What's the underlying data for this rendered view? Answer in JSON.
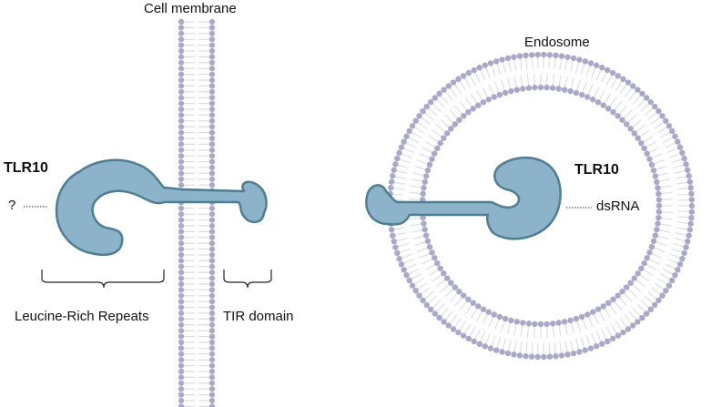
{
  "labels": {
    "cell_membrane": "Cell membrane",
    "tlr_left": "TLR10",
    "ligand_unknown": "?",
    "lrr": "Leucine-Rich Repeats",
    "tir": "TIR domain",
    "endosome": "Endosome",
    "tlr_right": "TLR10",
    "ligand_right": "dsRNA"
  },
  "colors": {
    "protein_fill": "#8cb3c9",
    "protein_stroke": "#4f7d93",
    "lipid_head": "#a8a8c8",
    "lipid_tail": "#dadbe6"
  }
}
